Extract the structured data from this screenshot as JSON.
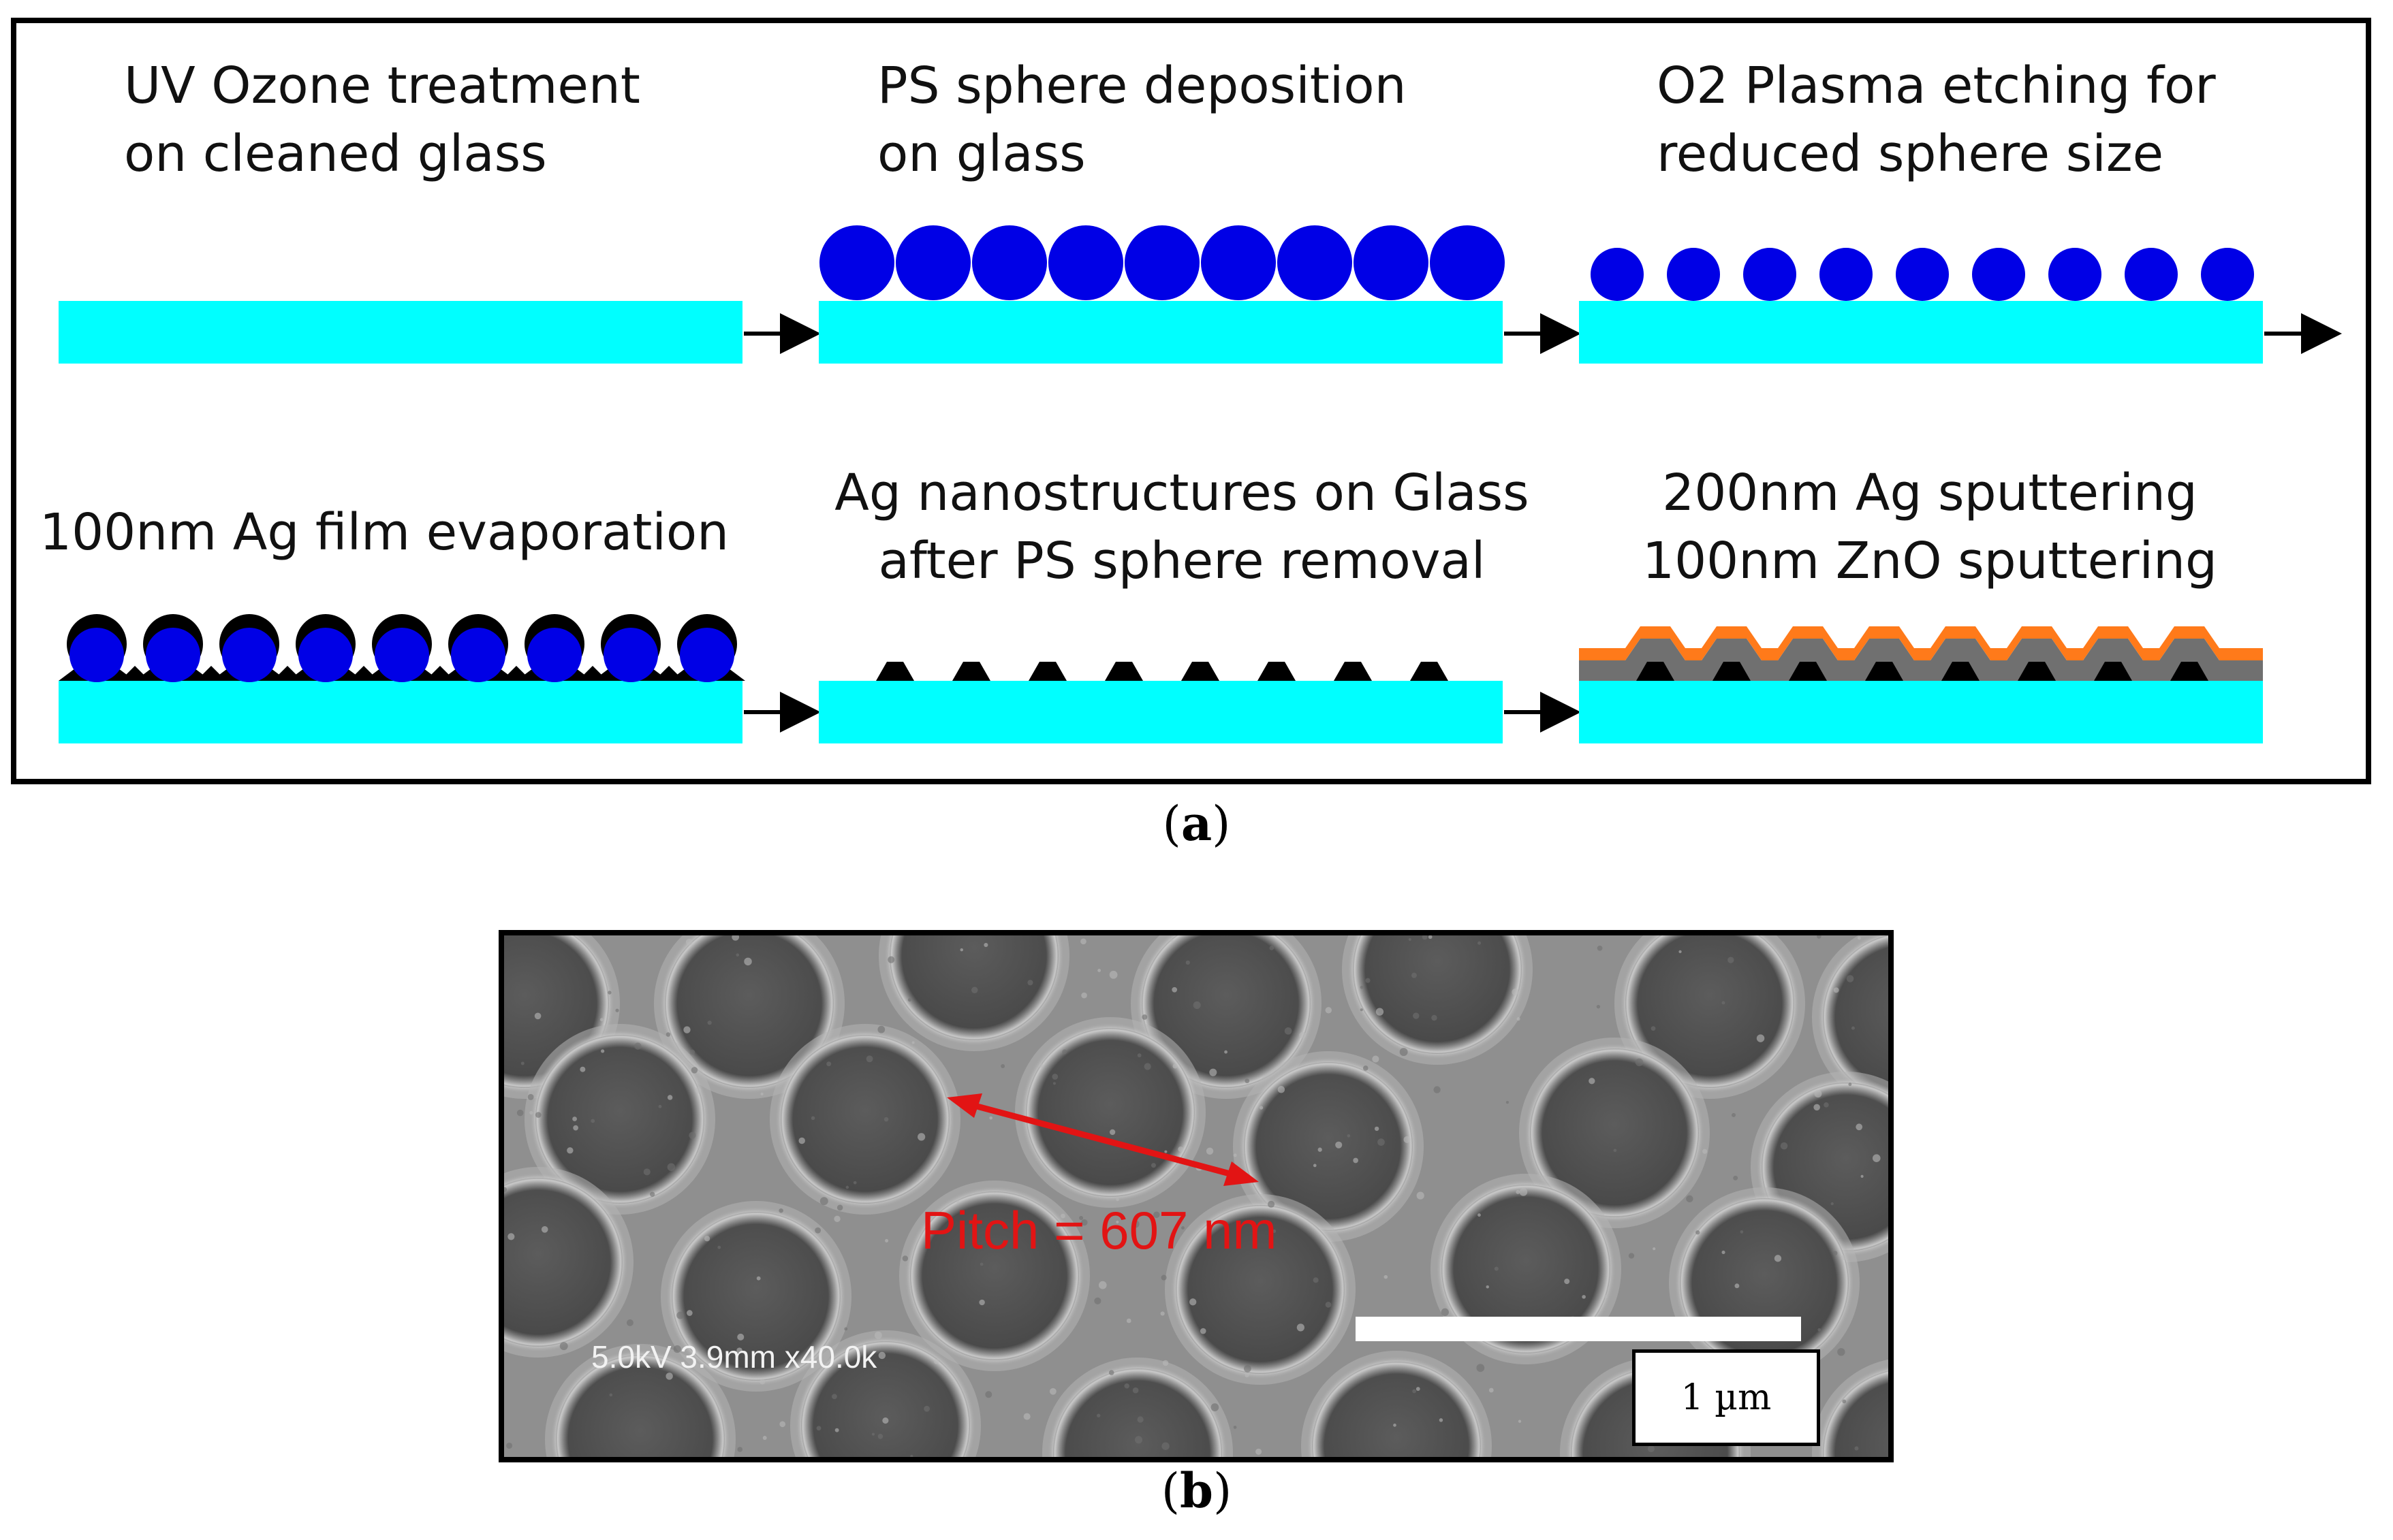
{
  "panel_a": {
    "steps": [
      {
        "line1": "UV Ozone treatment",
        "line2": "on cleaned glass"
      },
      {
        "line1": "PS sphere deposition",
        "line2": "on glass"
      },
      {
        "line1": "O2 Plasma etching for",
        "line2": "reduced sphere size"
      },
      {
        "line1": "100nm Ag film evaporation",
        "line2": ""
      },
      {
        "line1": "Ag nanostructures on Glass",
        "line2": "after PS sphere removal"
      },
      {
        "line1": "200nm Ag sputtering",
        "line2": "100nm ZnO sputtering"
      }
    ],
    "caption": {
      "open": "(",
      "letter": "a",
      "close": ")"
    }
  },
  "panel_b": {
    "pitch_label": "Pitch = 607 nm",
    "sem_meta": "5.0kV 3.9mm x40.0k",
    "scale_bar_label": "1 µm",
    "caption": {
      "open": "(",
      "letter": "b",
      "close": ")"
    }
  },
  "colors": {
    "glass": "#00ffff",
    "ps_sphere": "#0000e6",
    "silver": "#000000",
    "ag_sputter_layer": "#707070",
    "zno_layer": "#ff7a1a",
    "pitch_arrow": "#e21414",
    "sem_background": "#8e8e8e",
    "sem_pore": "#4d4d4d"
  }
}
